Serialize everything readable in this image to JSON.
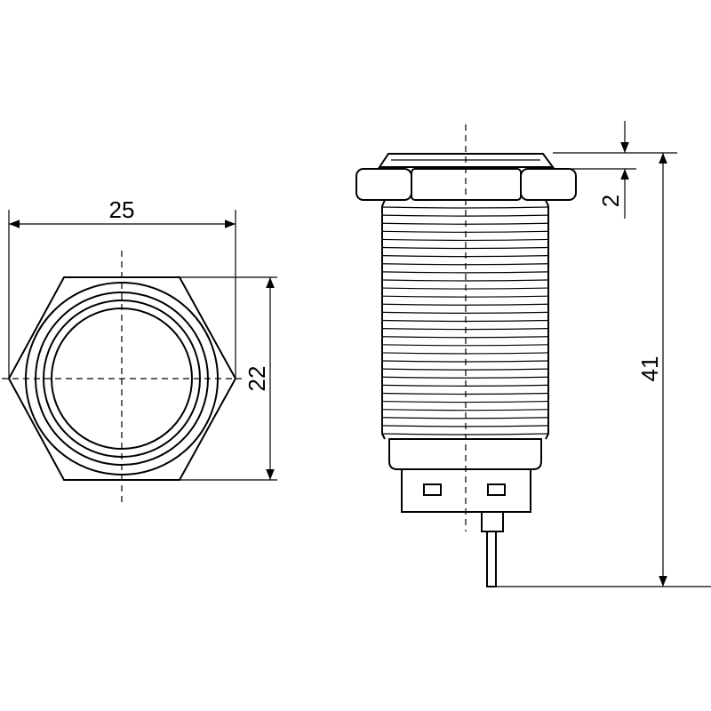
{
  "dimensions": {
    "width_across_corners": "25",
    "width_across_flats": "22",
    "bezel_height": "2",
    "overall_length": "41"
  }
}
